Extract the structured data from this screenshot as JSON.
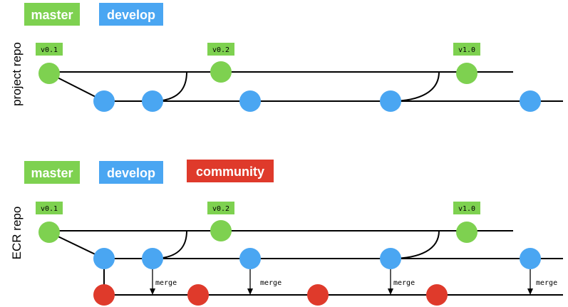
{
  "colors": {
    "master": "#7ed150",
    "develop": "#4aa6f2",
    "community": "#df3a2b",
    "line": "#000000"
  },
  "top": {
    "repo_label": "project repo",
    "legend": {
      "master": "master",
      "develop": "develop"
    },
    "tags": [
      "v0.1",
      "v0.2",
      "v1.0"
    ]
  },
  "bottom": {
    "repo_label": "ECR repo",
    "legend": {
      "master": "master",
      "develop": "develop",
      "community": "community"
    },
    "tags": [
      "v0.1",
      "v0.2",
      "v1.0"
    ],
    "merge_label": "merge"
  }
}
